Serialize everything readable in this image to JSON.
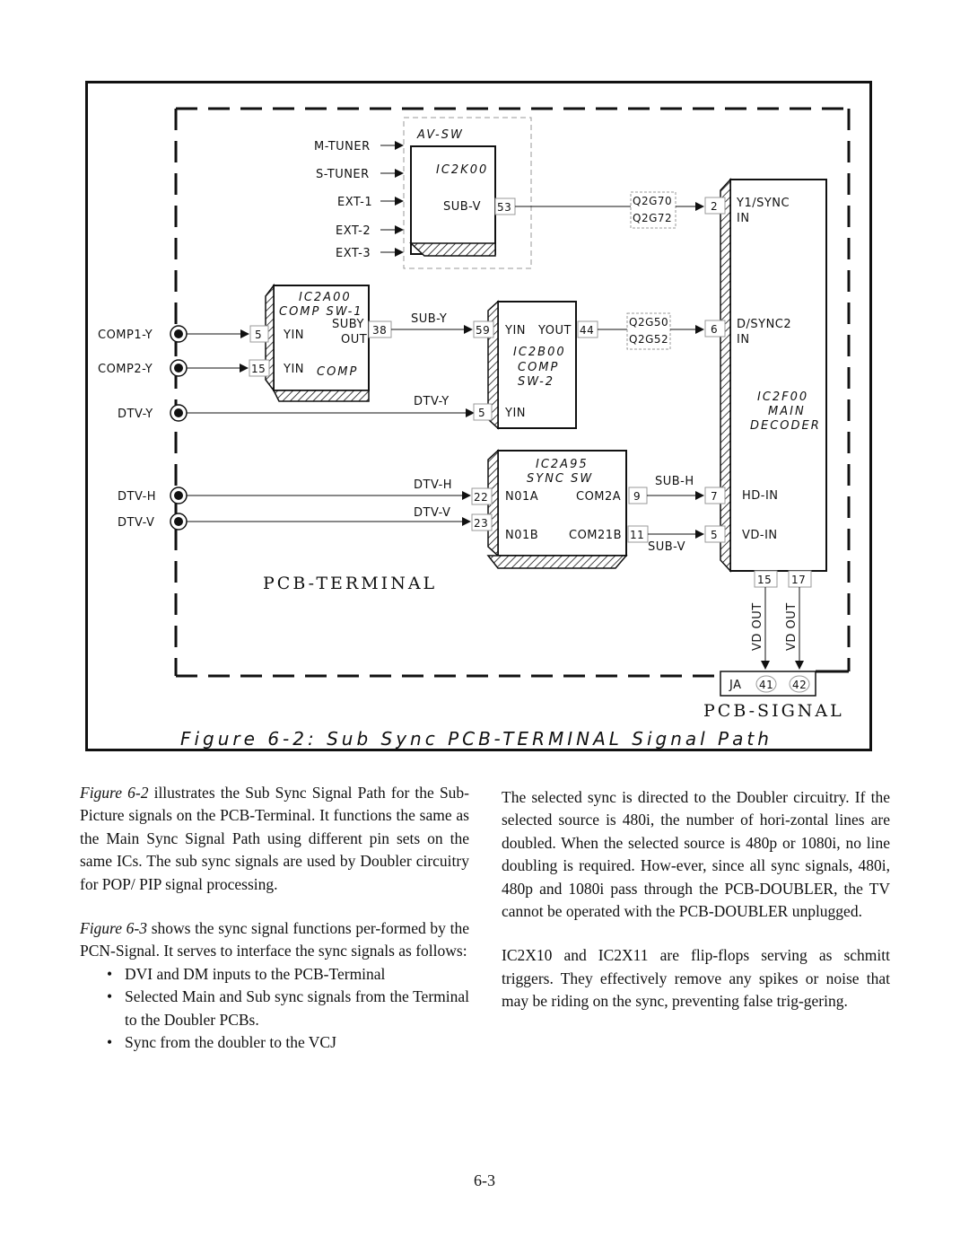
{
  "figure": {
    "caption": "Figure 6-2: Sub Sync PCB-TERMINAL Signal Path",
    "board_terminal": "PCB-TERMINAL",
    "board_signal": "PCB-SIGNAL",
    "av_sw": {
      "title": "AV-SW",
      "ic": "IC2K00",
      "inputs": [
        "M-TUNER",
        "S-TUNER",
        "EXT-1",
        "EXT-2",
        "EXT-3"
      ],
      "output_name": "SUB-V",
      "output_pin": "53"
    },
    "transistors_1": [
      "Q2G70",
      "Q2G72"
    ],
    "transistors_2": [
      "Q2G50",
      "Q2G52"
    ],
    "comp_sw1": {
      "ic": "IC2A00",
      "name": "COMP SW-1",
      "pin1": "5",
      "pin1_name": "YIN",
      "pin2": "15",
      "pin2_name": "YIN",
      "sub_label": "COMP",
      "out_name_1": "SUBY",
      "out_name_2": "OUT",
      "out_pin": "38"
    },
    "comp_sw2": {
      "ic": "IC2B00",
      "name_1": "COMP",
      "name_2": "SW-2",
      "pin_in1": "59",
      "pin_in1_name": "YIN",
      "out_name": "YOUT",
      "out_pin": "44",
      "pin_in2": "5",
      "pin_in2_name": "YIN"
    },
    "sync_sw": {
      "ic": "IC2A95",
      "name": "SYNC SW",
      "pin_a": "22",
      "pin_a_name": "N01A",
      "pin_b": "23",
      "pin_b_name": "N01B",
      "out_a_name": "COM2A",
      "out_a_pin": "9",
      "out_b_name": "COM21B",
      "out_b_pin": "11"
    },
    "main_decoder": {
      "ic": "IC2F00",
      "name_1": "MAIN",
      "name_2": "DECODER",
      "pin_y1": "2",
      "pin_y1_name_1": "Y1/SYNC",
      "pin_y1_name_2": "IN",
      "pin_d": "6",
      "pin_d_name_1": "D/SYNC2",
      "pin_d_name_2": "IN",
      "pin_hd": "7",
      "pin_hd_name": "HD-IN",
      "pin_vd": "5",
      "pin_vd_name": "VD-IN",
      "pin_out1": "15",
      "pin_out2": "17"
    },
    "connectors": [
      "COMP1-Y",
      "COMP2-Y",
      "DTV-Y",
      "DTV-H",
      "DTV-V"
    ],
    "net_labels": {
      "sub_y": "SUB-Y",
      "dtv_y": "DTV-Y",
      "dtv_h": "DTV-H",
      "dtv_v": "DTV-V",
      "sub_h": "SUB-H",
      "sub_v": "SUB-V",
      "vd_out_1": "VD OUT",
      "vd_out_2": "VD OUT"
    },
    "ja": {
      "label": "JA",
      "pin1": "41",
      "pin2": "42"
    }
  },
  "left_column": {
    "p1_ref": "Figure 6-2",
    "p1_text": " illustrates the Sub Sync Signal Path for the Sub-Picture signals on the PCB-Terminal.  It functions the same as the Main Sync Signal Path using different pin sets on the same ICs. The sub sync signals are used by Doubler circuitry for POP/ PIP signal processing.",
    "p2_ref": "Figure 6-3",
    "p2_text": " shows the sync signal functions  per-formed by the PCN-Signal. It serves to interface the sync signals as follows:",
    "bullets": [
      "DVI and DM inputs to the PCB-Terminal",
      "Selected Main and Sub sync signals from the Terminal to the Doubler PCBs.",
      "Sync from the doubler to the VCJ"
    ]
  },
  "right_column": {
    "p1": "The selected sync is directed to the Doubler circuitry. If the selected source is 480i, the number of hori-zontal lines are doubled.  When the selected source is 480p or 1080i, no line doubling is required. How-ever, since all sync signals, 480i, 480p and 1080i pass through the PCB-DOUBLER, the TV cannot be operated with the PCB-DOUBLER unplugged.",
    "p2": "IC2X10 and IC2X11 are flip-flops serving as schmitt triggers.  They effectively remove any spikes or noise that may be riding on the sync, preventing false trig-gering."
  },
  "page_number": "6-3"
}
